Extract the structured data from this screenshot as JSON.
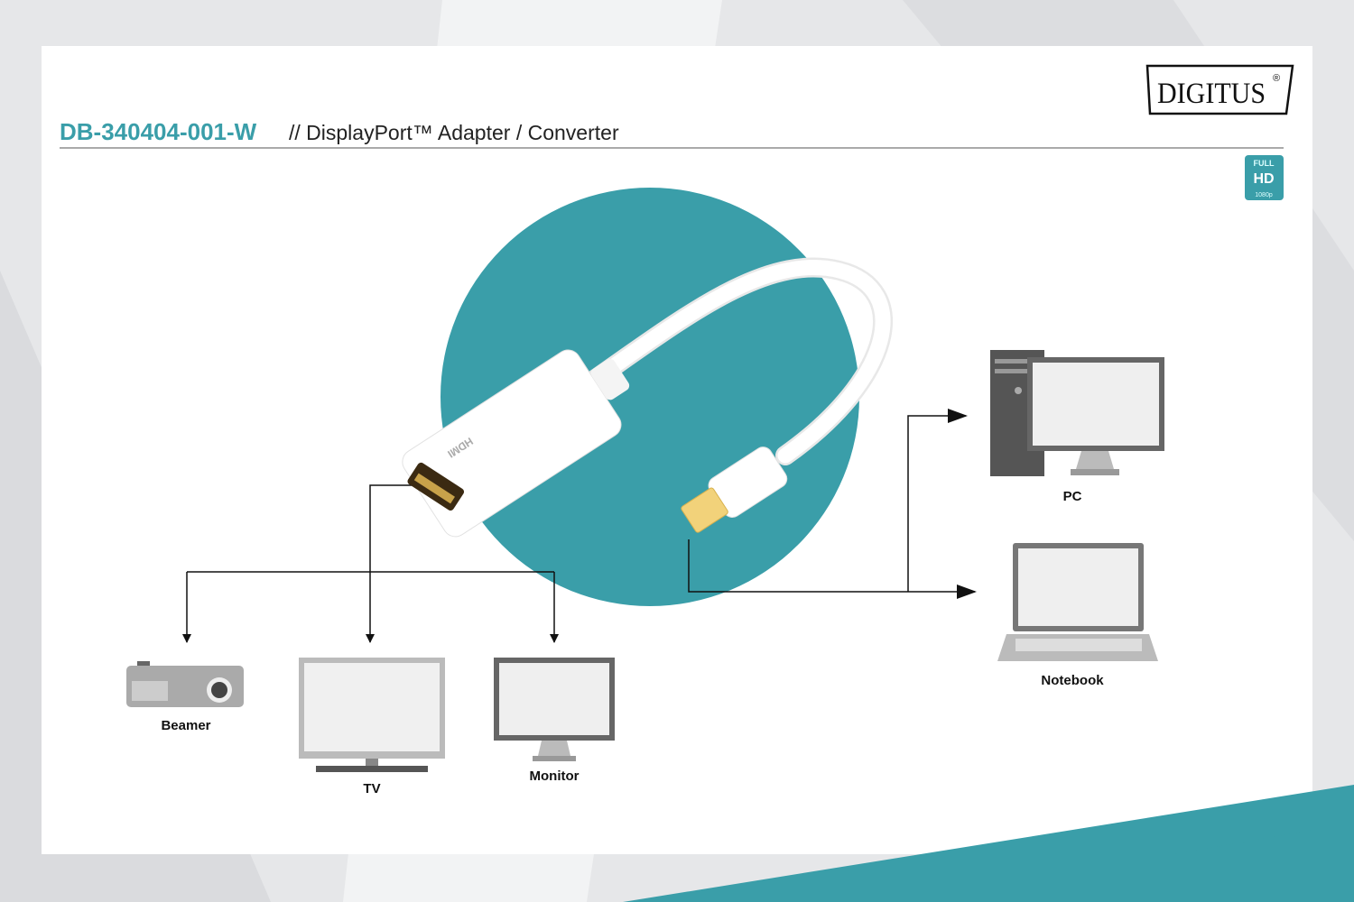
{
  "header": {
    "product_code": "DB-340404-001-W",
    "product_title": "// DisplayPort™ Adapter / Converter",
    "brand_logo": "DIGITUS",
    "brand_registered": "®",
    "badge": {
      "line1": "FULL",
      "line2": "HD",
      "line3": "1080p"
    }
  },
  "adapter": {
    "port_label": "HDMI"
  },
  "devices": {
    "pc": "PC",
    "notebook": "Notebook",
    "beamer": "Beamer",
    "tv": "TV",
    "monitor": "Monitor"
  },
  "colors": {
    "accent": "#3a9ea9",
    "title": "#3a9ea9"
  }
}
